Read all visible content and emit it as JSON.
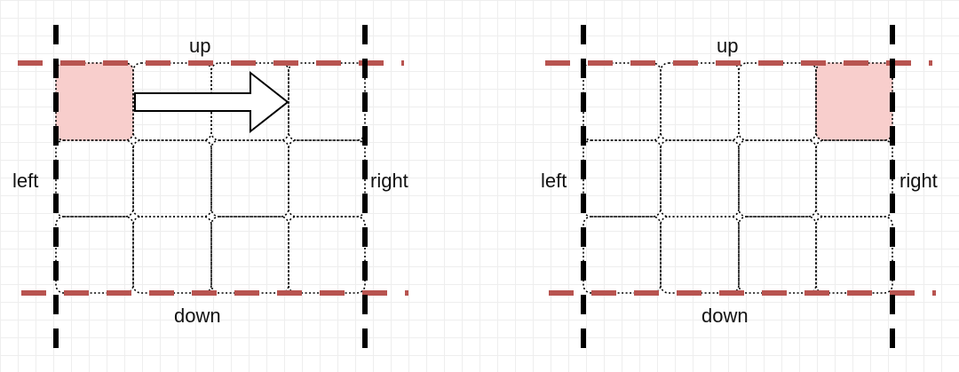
{
  "colors": {
    "boundary_red": "#b85450",
    "highlight_fill": "#f8cecc",
    "line_black": "#000000",
    "text": "#111111"
  },
  "labels": {
    "up": "up",
    "down": "down",
    "left": "left",
    "right": "right"
  },
  "panels": [
    {
      "highlight_cell": "top-left",
      "arrow": "right"
    },
    {
      "highlight_cell": "top-right",
      "arrow": "none"
    }
  ]
}
